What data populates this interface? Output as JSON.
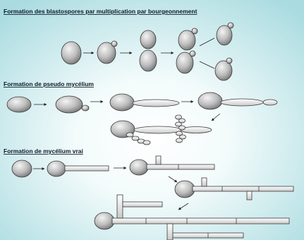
{
  "sections": [
    {
      "id": "blastospores",
      "title": "Formation des blastospores par multiplication par bourgeonnement"
    },
    {
      "id": "pseudo",
      "title": "Formation de pseudo mycélium"
    },
    {
      "id": "vrai",
      "title": "Formation de mycélium vrai"
    }
  ],
  "colors": {
    "background_center": "#ffffff",
    "background_edge": "#a9dbe0",
    "cell_light": "#f2f2f2",
    "cell_dark": "#7c7c7c",
    "stroke": "#3a3a3a",
    "arrow": "#222222"
  }
}
